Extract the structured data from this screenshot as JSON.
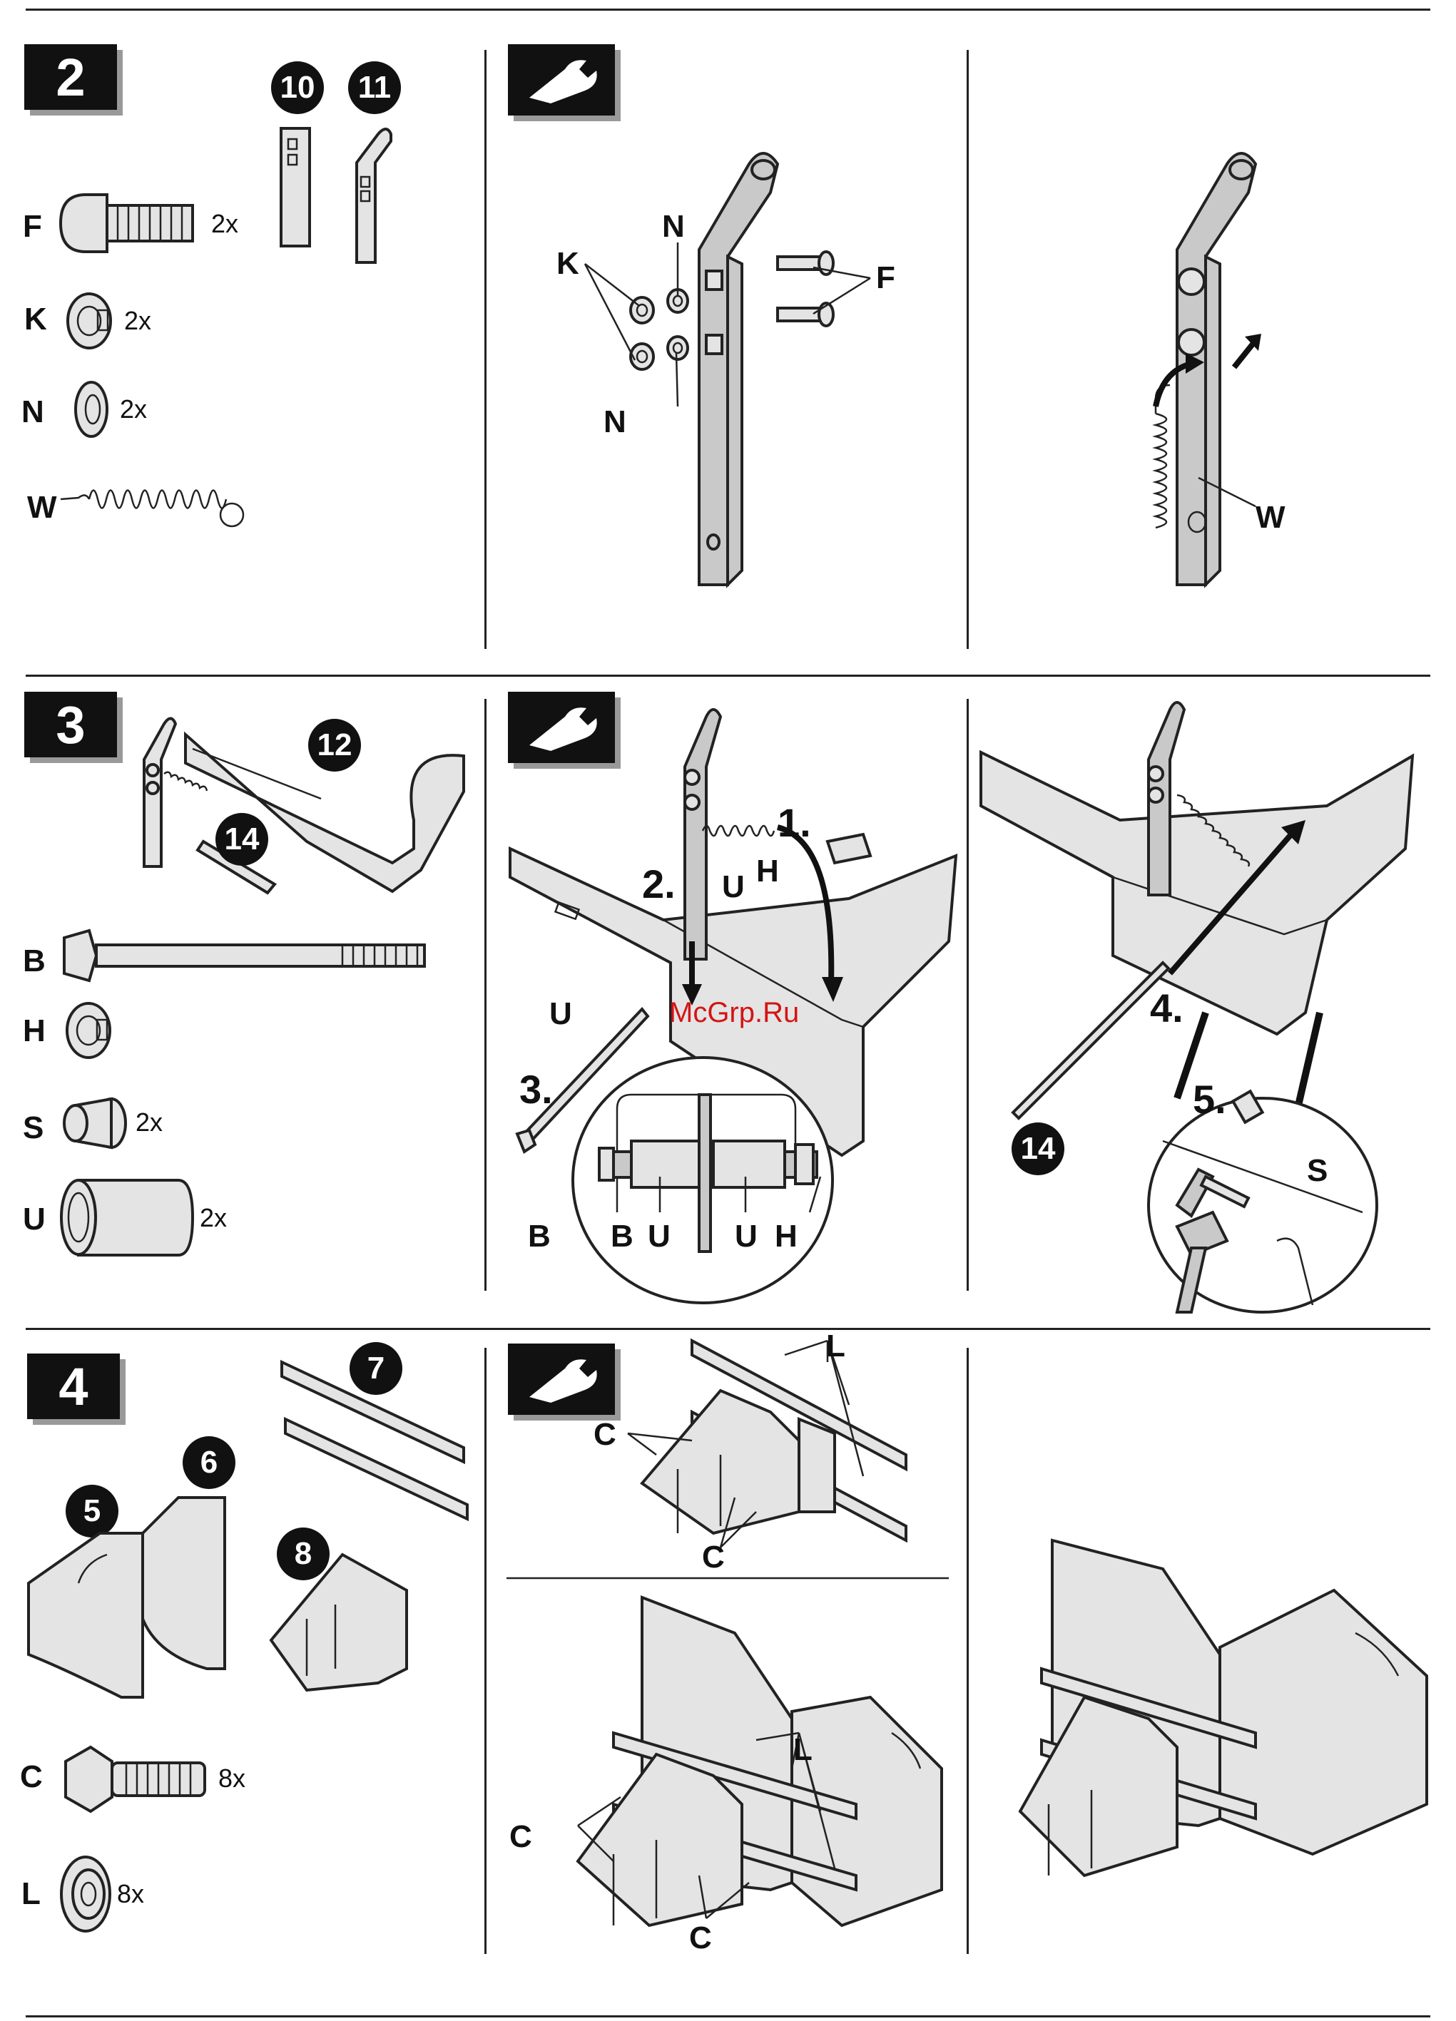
{
  "watermark": "McGrp.Ru",
  "icons": {
    "wrench": "wrench-icon"
  },
  "step2": {
    "number": "2",
    "parts": [
      {
        "letter": "F",
        "qty": "2x"
      },
      {
        "letter": "K",
        "qty": "2x"
      },
      {
        "letter": "N",
        "qty": "2x"
      },
      {
        "letter": "W",
        "qty": ""
      }
    ],
    "part_numbers": [
      "10",
      "11"
    ],
    "assembly_labels": {
      "K": "K",
      "N_top": "N",
      "N_bottom": "N",
      "F": "F"
    },
    "result_labels": {
      "W": "W"
    }
  },
  "step3": {
    "number": "3",
    "parts": [
      {
        "letter": "B",
        "qty": ""
      },
      {
        "letter": "H",
        "qty": ""
      },
      {
        "letter": "S",
        "qty": "2x"
      },
      {
        "letter": "U",
        "qty": "2x"
      }
    ],
    "part_numbers": [
      "12",
      "14"
    ],
    "assembly": {
      "steps": [
        "1.",
        "2.",
        "3."
      ],
      "labels": {
        "U_top": "U",
        "H_top": "H",
        "U_left": "U",
        "B": "B"
      },
      "detail_labels": [
        "B",
        "U",
        "U",
        "H"
      ]
    },
    "second": {
      "steps": [
        "4.",
        "5."
      ],
      "part_number": "14",
      "labels": {
        "S": "S"
      }
    }
  },
  "step4": {
    "number": "4",
    "parts": [
      {
        "letter": "C",
        "qty": "8x"
      },
      {
        "letter": "L",
        "qty": "8x"
      }
    ],
    "part_numbers": [
      "7",
      "6",
      "5",
      "8"
    ],
    "assembly_top": {
      "L": "L",
      "C_left": "C",
      "C_bottom": "C"
    },
    "assembly_bottom": {
      "L": "L",
      "C_left": "C",
      "C_bottom": "C"
    }
  }
}
